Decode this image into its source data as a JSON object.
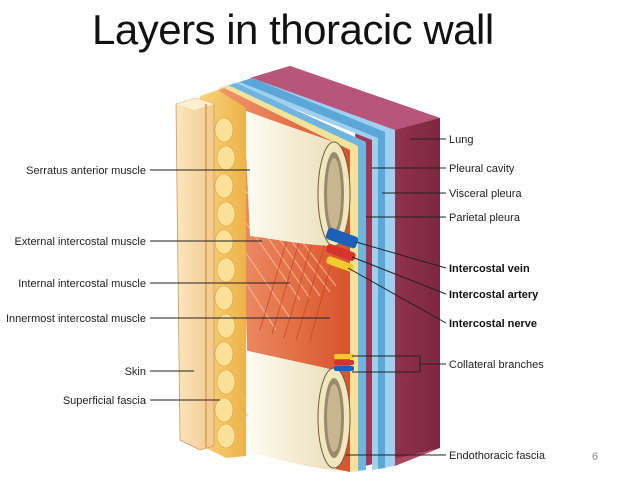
{
  "title": "Layers in thoracic wall",
  "page_number": "6",
  "labels_left": {
    "serratus": "Serratus anterior muscle",
    "external": "External intercostal muscle",
    "internal": "Internal intercostal muscle",
    "innermost": "Innermost intercostal muscle",
    "skin": "Skin",
    "superficial": "Superficial fascia"
  },
  "labels_right": {
    "lung": "Lung",
    "pleural_cavity": "Pleural cavity",
    "visceral": "Visceral pleura",
    "parietal": "Parietal pleura",
    "vein": "Intercostal vein",
    "artery": "Intercostal artery",
    "nerve": "Intercostal nerve",
    "collateral": "Collateral branches",
    "endothoracic": "Endothoracic fascia"
  },
  "colors": {
    "skin": "#f7d9a6",
    "fat": "#f4c766",
    "muscle": "#e8633a",
    "bone": "#f6efd6",
    "lung": "#8c2f4a",
    "pleura": "#5aa7d8",
    "vein": "#1f5fb8",
    "artery": "#d9322b",
    "nerve": "#f2cc2e"
  }
}
